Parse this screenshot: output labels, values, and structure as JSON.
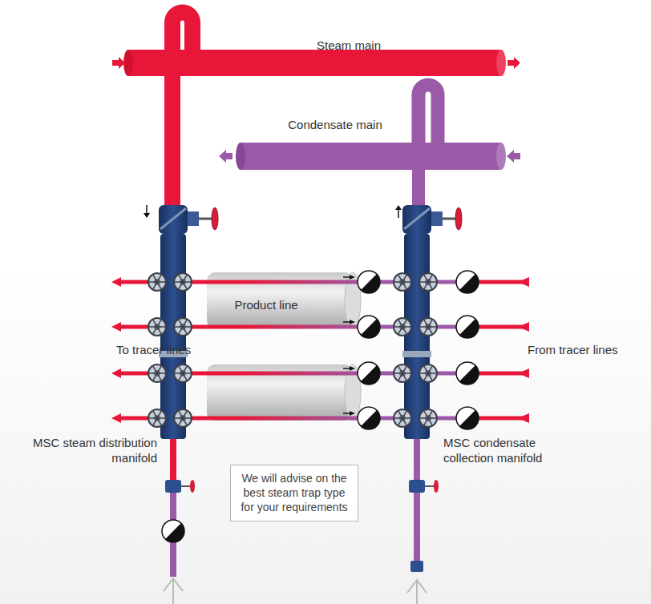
{
  "diagram": {
    "nodes": [
      {
        "text": [
          "We will advise on the best steam trap type for your requirements"
        ]
      }
    ],
    "labels": [
      "Steam main",
      "Condensate main",
      "Product line",
      "To tracer lines",
      "From tracer lines",
      "MSC steam distribution manifold",
      "MSC condensate collection manifold"
    ]
  }
}
